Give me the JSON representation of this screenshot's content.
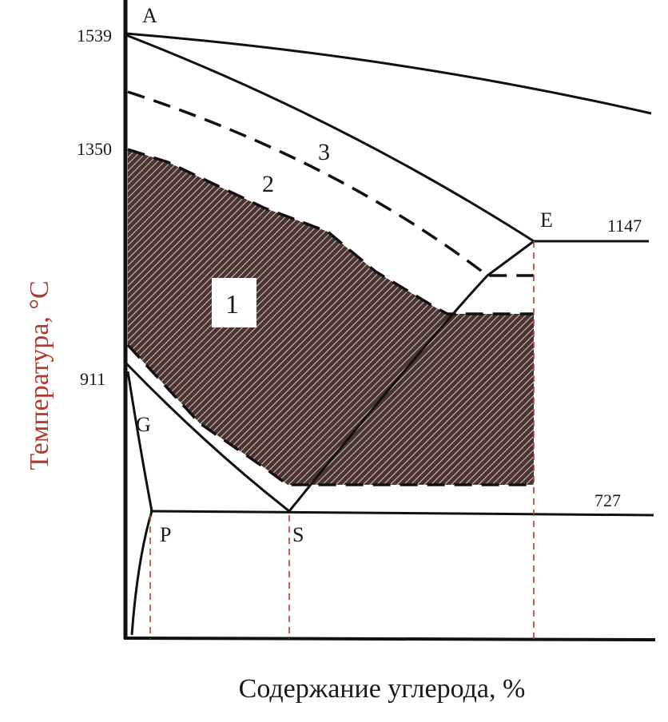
{
  "labels": {
    "point_A": "A",
    "point_E": "E",
    "point_G": "G",
    "point_P": "P",
    "point_S": "S",
    "region_1": "1",
    "curve_2": "2",
    "curve_3": "3"
  },
  "temperatures": {
    "t1539": "1539",
    "t1350": "1350",
    "t1147": "1147",
    "t911": "911",
    "t727": "727"
  },
  "axes": {
    "y_title": "Температура, °C",
    "x_title": "Содержание углерода, %"
  },
  "colors": {
    "ink": "#111111",
    "axis_title": "#b03a2e",
    "hatch_fill": "#4a3430",
    "hatch_line": "#d9c9c4",
    "guide": "#c0392b"
  }
}
